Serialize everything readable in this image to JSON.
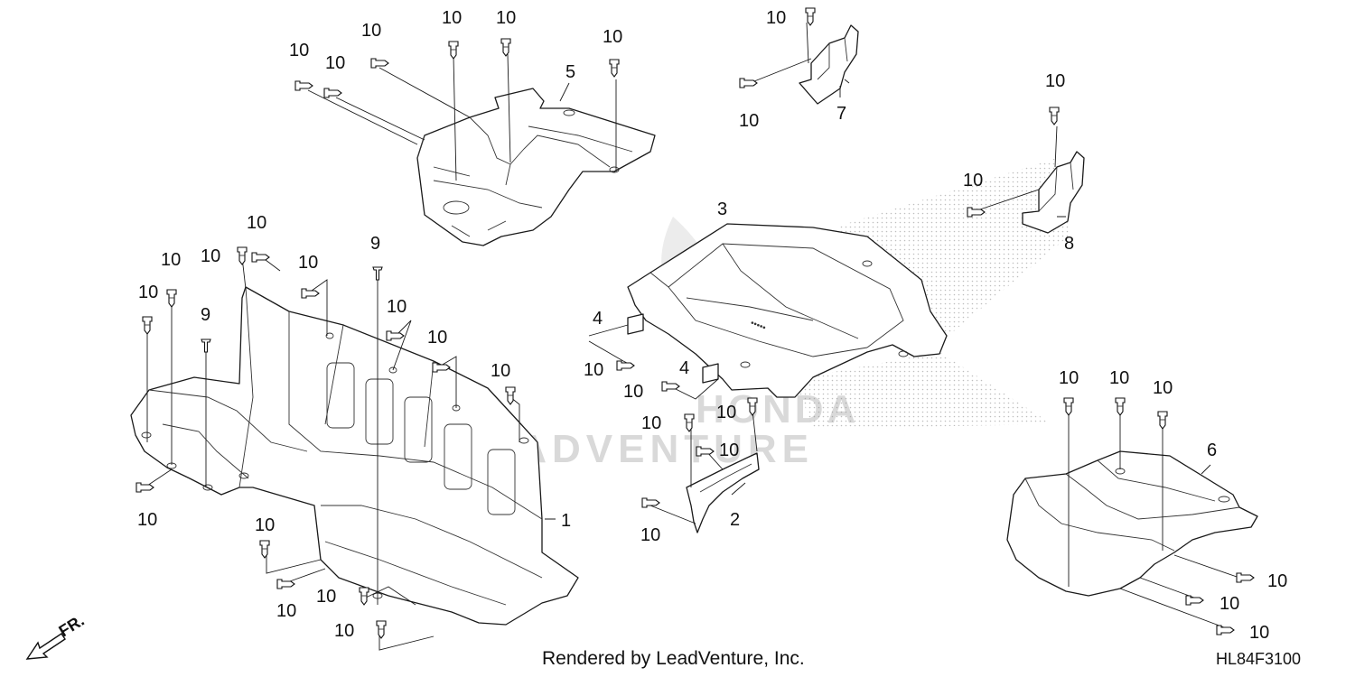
{
  "diagram": {
    "footer_credit": "Rendered by LeadVenture, Inc.",
    "diagram_code": "HL84F3100",
    "direction_label": "FR.",
    "watermark_text": "LEADVENTURE",
    "watermark_brand": "HONDA",
    "callouts": {
      "part_1": "1",
      "part_2": "2",
      "part_3": "3",
      "part_4": "4",
      "part_5": "5",
      "part_6": "6",
      "part_7": "7",
      "part_8": "8",
      "part_9": "9",
      "part_10": "10"
    },
    "colors": {
      "line": "#1a1a1a",
      "background": "#ffffff",
      "watermark": "#d9d9d9"
    }
  }
}
